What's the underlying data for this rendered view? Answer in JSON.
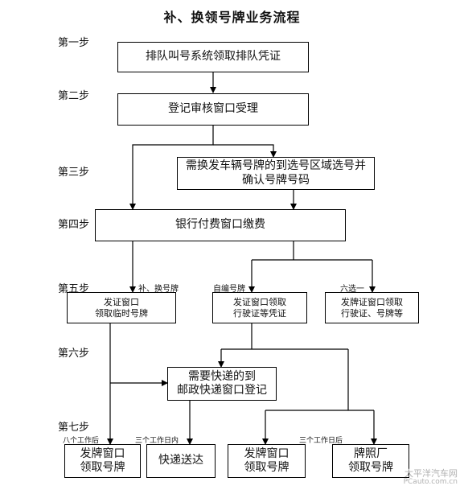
{
  "title": "补、换领号牌业务流程",
  "steps": [
    "第一步",
    "第二步",
    "第三步",
    "第四步",
    "第五步",
    "第六步",
    "第七步"
  ],
  "boxes": {
    "queue": "排队叫号系统领取排队凭证",
    "register": "登记审核窗口受理",
    "select_plate": "需换发车辆号牌的到选号区域选号并\n确认号牌号码",
    "pay": "银行付费窗口缴费",
    "temp_plate": "发证窗口\n领取临时号牌",
    "self_number": "发证窗口领取\n行驶证等凭证",
    "choose_one": "发牌证窗口领取\n行驶证、号牌等",
    "express_reg": "需要快递的到\n邮政快递窗口登记",
    "collect_plate_1": "发牌窗口\n领取号牌",
    "express_delivery": "快递送达",
    "collect_plate_2": "发牌窗口\n领取号牌",
    "plate_factory": "牌照厂\n领取号牌"
  },
  "labels": {
    "reissue": "补、换号牌",
    "self_number": "自编号牌",
    "choose_one": "六选一",
    "eight_days": "八个工作后",
    "three_days_1": "三个工作日内",
    "three_days_2": "三个工作日后"
  },
  "watermark": {
    "line1": "太平洋汽车网",
    "line2": "PCauto.com.cn"
  }
}
